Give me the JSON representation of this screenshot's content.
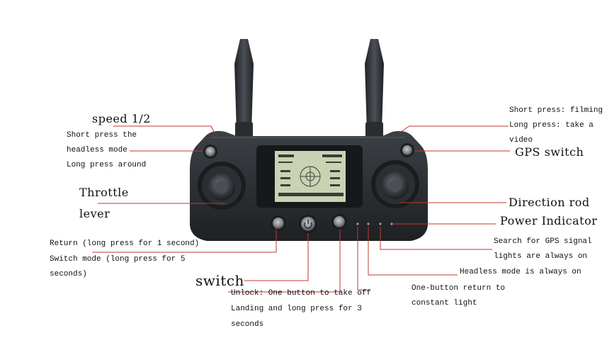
{
  "diagram": {
    "left_labels": {
      "speed": "speed 1/2",
      "headless_1": "Short press the",
      "headless_2": "headless mode",
      "headless_3": "Long press around",
      "throttle_1": "Throttle",
      "throttle_2": "lever",
      "return_1": "Return (long press for 1 second)",
      "return_2": "Switch mode (long press for 5",
      "return_3": "seconds)",
      "switch": "switch"
    },
    "bottom_labels": {
      "unlock_1": "Unlock: One button to take off",
      "unlock_2": "Landing and long press for 3",
      "unlock_3": "seconds",
      "onebutton_1": "One-button return to",
      "onebutton_2": "constant light"
    },
    "right_labels": {
      "filming_1": "Short press: filming",
      "filming_2": "Long press: take a",
      "filming_3": "video",
      "gps_switch": "GPS switch",
      "direction": "Direction rod",
      "power": "Power Indicator",
      "gps_signal_1": "Search for GPS signal",
      "gps_signal_2": "lights are always on",
      "headless_on": "Headless mode is always on"
    },
    "colors": {
      "leader_line": "#c0392b",
      "controller_body": "#2e3236",
      "lcd_screen": "#c9d3b4"
    }
  }
}
